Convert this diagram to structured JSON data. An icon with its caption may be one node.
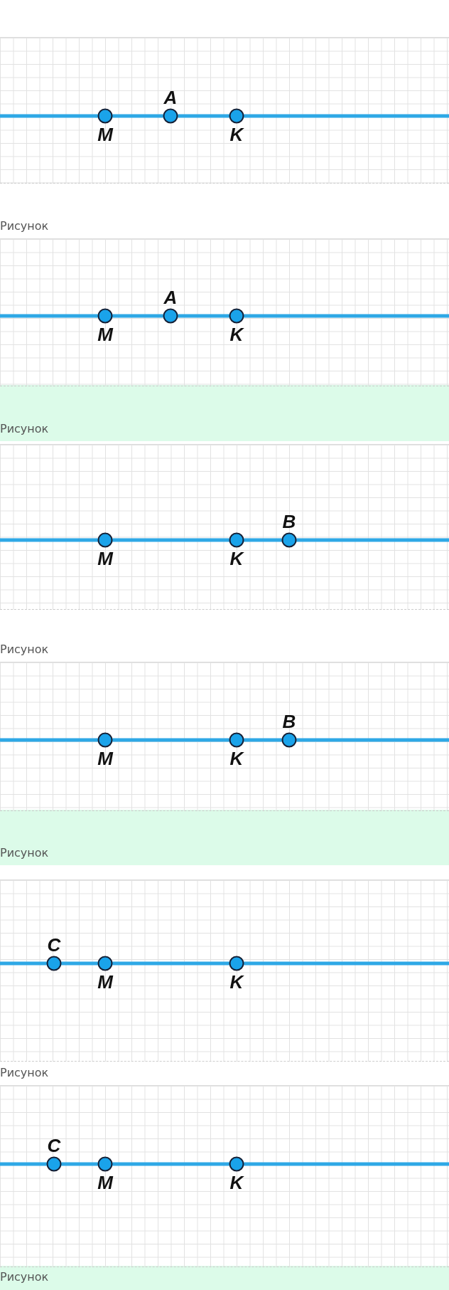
{
  "diagram": {
    "nodes": [
      {
        "text": [],
        "shape": "circle",
        "beside": [
          "M"
        ]
      },
      {
        "text": [],
        "shape": "circle",
        "beside": [
          "A"
        ]
      },
      {
        "text": [],
        "shape": "circle",
        "beside": [
          "K"
        ]
      },
      {
        "text": [],
        "shape": "circle",
        "beside": [
          "M"
        ]
      },
      {
        "text": [],
        "shape": "circle",
        "beside": [
          "A"
        ]
      },
      {
        "text": [],
        "shape": "circle",
        "beside": [
          "K"
        ]
      },
      {
        "text": [],
        "shape": "circle",
        "beside": [
          "M"
        ]
      },
      {
        "text": [],
        "shape": "circle",
        "beside": [
          "K"
        ]
      },
      {
        "text": [],
        "shape": "circle",
        "beside": [
          "B"
        ]
      },
      {
        "text": [],
        "shape": "circle",
        "beside": [
          "M"
        ]
      },
      {
        "text": [],
        "shape": "circle",
        "beside": [
          "K"
        ]
      },
      {
        "text": [],
        "shape": "circle",
        "beside": [
          "B"
        ]
      },
      {
        "text": [],
        "shape": "circle",
        "beside": [
          "C"
        ]
      },
      {
        "text": [],
        "shape": "circle",
        "beside": [
          "M"
        ]
      },
      {
        "text": [],
        "shape": "circle",
        "beside": [
          "K"
        ]
      },
      {
        "text": [],
        "shape": "circle",
        "beside": [
          "C"
        ]
      },
      {
        "text": [],
        "shape": "circle",
        "beside": [
          "M"
        ]
      },
      {
        "text": [],
        "shape": "circle",
        "beside": [
          "K"
        ]
      }
    ],
    "labels": [
      "Рисунок",
      "Рисунок",
      "Рисунок",
      "Рисунок",
      "Рисунок",
      "Рисунок"
    ]
  }
}
